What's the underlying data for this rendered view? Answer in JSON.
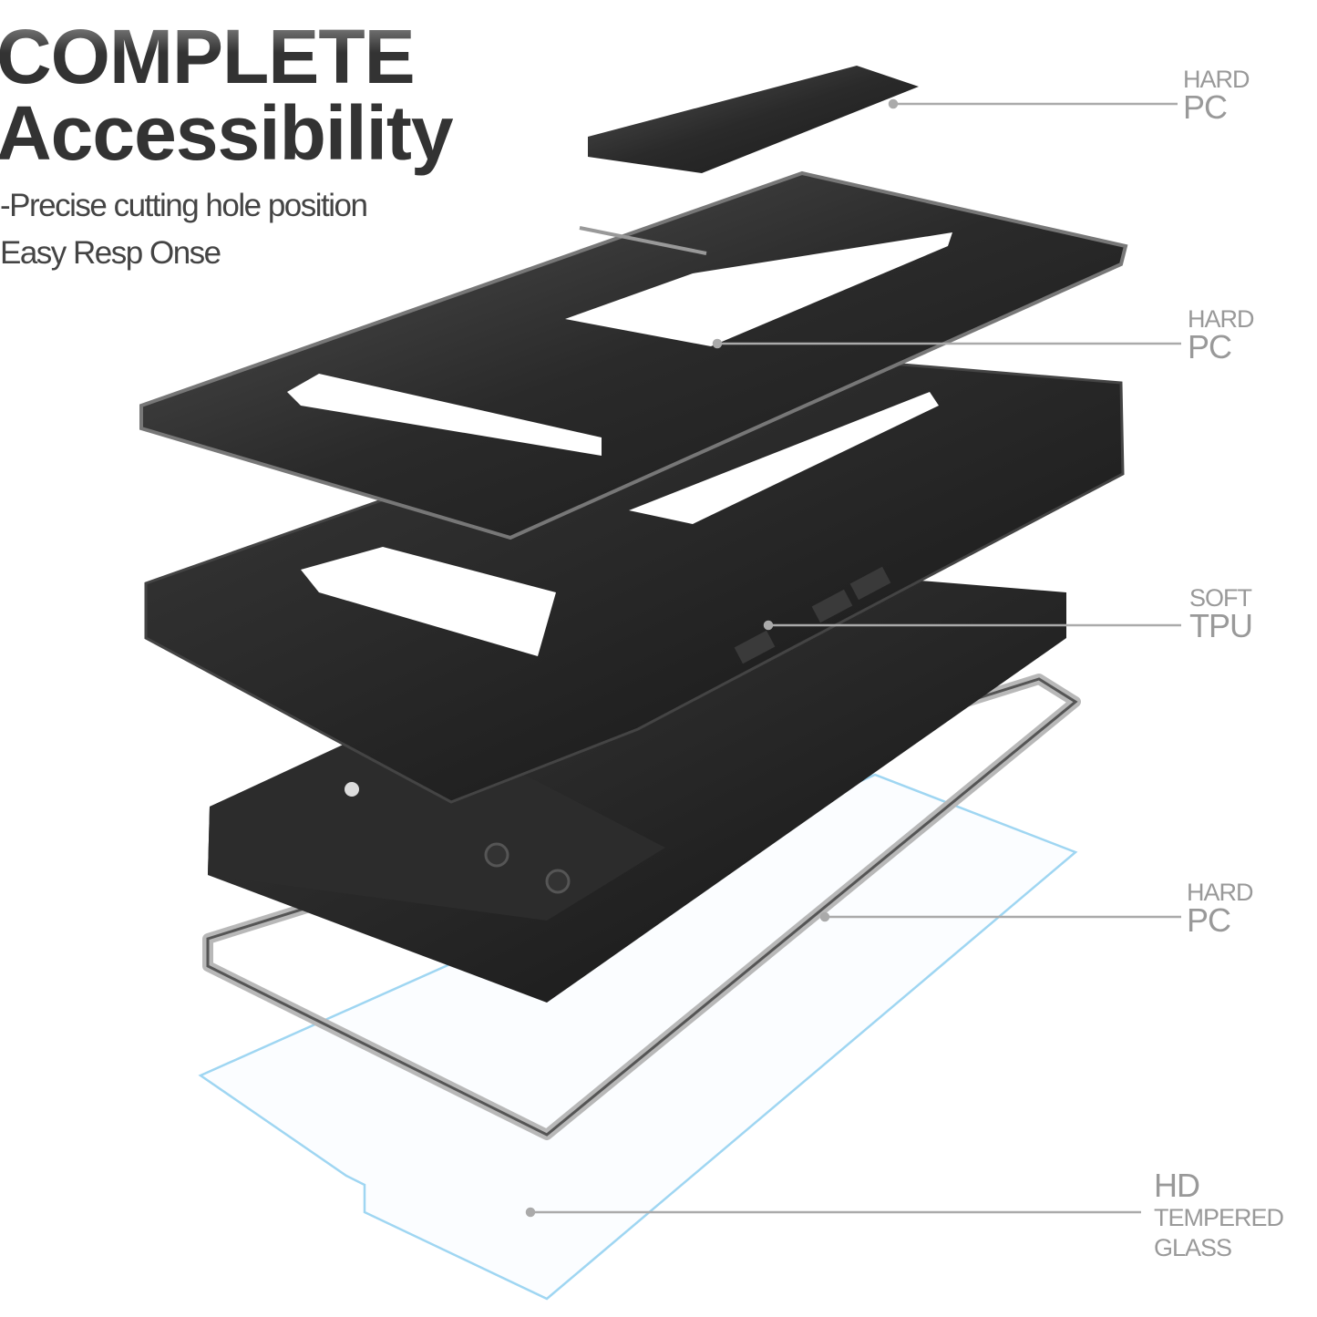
{
  "headline": {
    "line1": "COMPLETE",
    "line2": "Accessibility"
  },
  "features": [
    "-Precise cutting hole position",
    "Easy Resp Onse"
  ],
  "callouts": [
    {
      "small": "HARD",
      "big": "PC"
    },
    {
      "small": "HARD",
      "big": "PC"
    },
    {
      "small": "SOFT",
      "big": "TPU"
    },
    {
      "small": "HARD",
      "big": "PC"
    },
    {
      "big": "HD",
      "small": "TEMPERED",
      "small2": "GLASS"
    }
  ],
  "colors": {
    "text": "#333333",
    "label": "#999999",
    "case": "#1e1e1e",
    "glass": "#9fd6f2",
    "frame": "#b8b8b8"
  }
}
